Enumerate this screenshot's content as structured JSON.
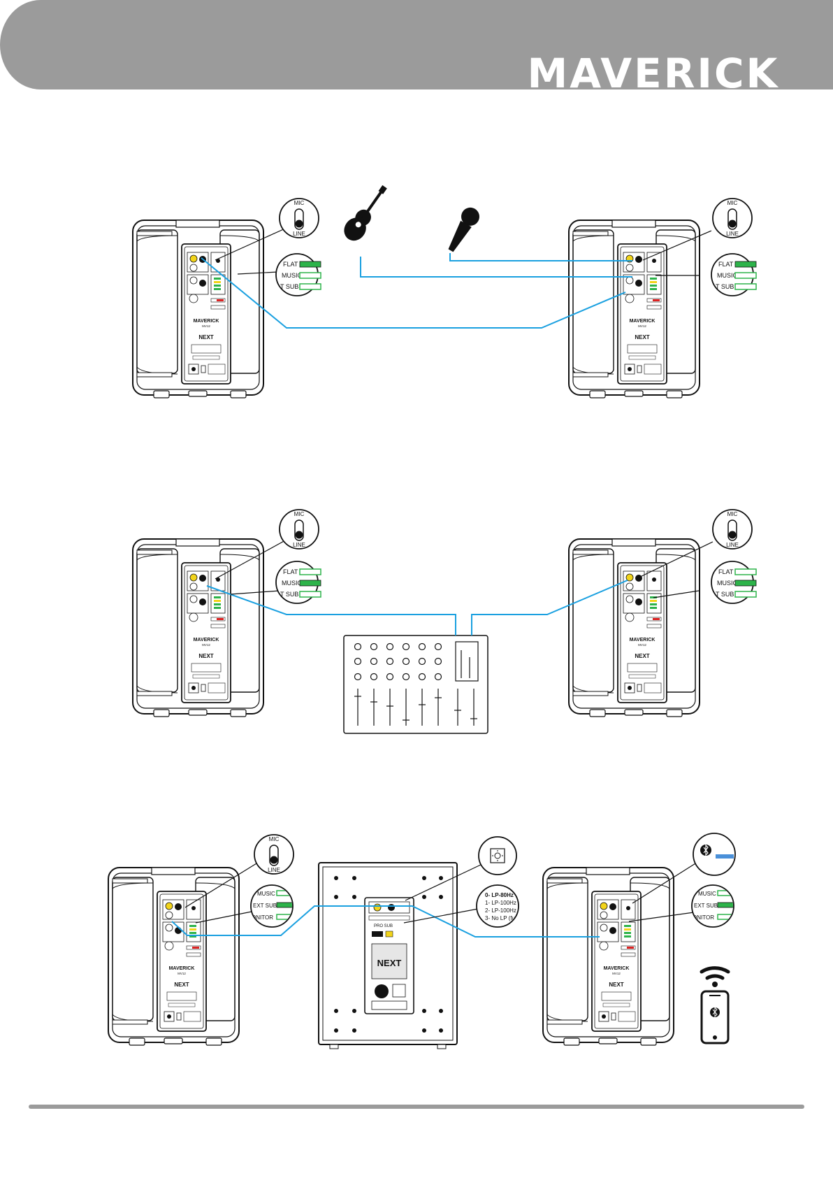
{
  "header": {
    "brand": "MAVERICK",
    "band_color": "#9b9b9b"
  },
  "colors": {
    "cable": "#1aa0e0",
    "led_on": "#2db34a",
    "led_off": "#ffffff",
    "bt_led": "#4a90d9",
    "outline": "#111111",
    "footer_bar": "#9b9b9b"
  },
  "speaker": {
    "model": "MAVERICK",
    "model_sub": "MV12",
    "logo": "NEXT"
  },
  "switch": {
    "top": "MIC",
    "bottom": "LINE"
  },
  "modes": {
    "flat": "FLAT",
    "music": "MUSIC",
    "ext_sub": "EXT SUB",
    "ext_sub_cut": "T SUB",
    "monitor_cut": "ONITOR"
  },
  "diagram1": {
    "left_mode_lit": "FLAT",
    "right_mode_lit": "FLAT",
    "sources": [
      "guitar-icon",
      "microphone-icon"
    ]
  },
  "diagram2": {
    "left_mode_lit": "MUSIC",
    "right_mode_lit": "MUSIC",
    "mixer": "mixer-icon"
  },
  "diagram3": {
    "left_mode_lit": "EXT SUB",
    "right_mode_lit": "EXT SUB",
    "crossover": [
      "0- LP-80Hz",
      "1- LP-100Hz",
      "2- LP-100Hz",
      "3- No LP (fu"
    ],
    "sub_logo": "NEXT",
    "extras": [
      "phase-icon",
      "bluetooth-icon",
      "wifi-icon",
      "phone-icon"
    ]
  }
}
